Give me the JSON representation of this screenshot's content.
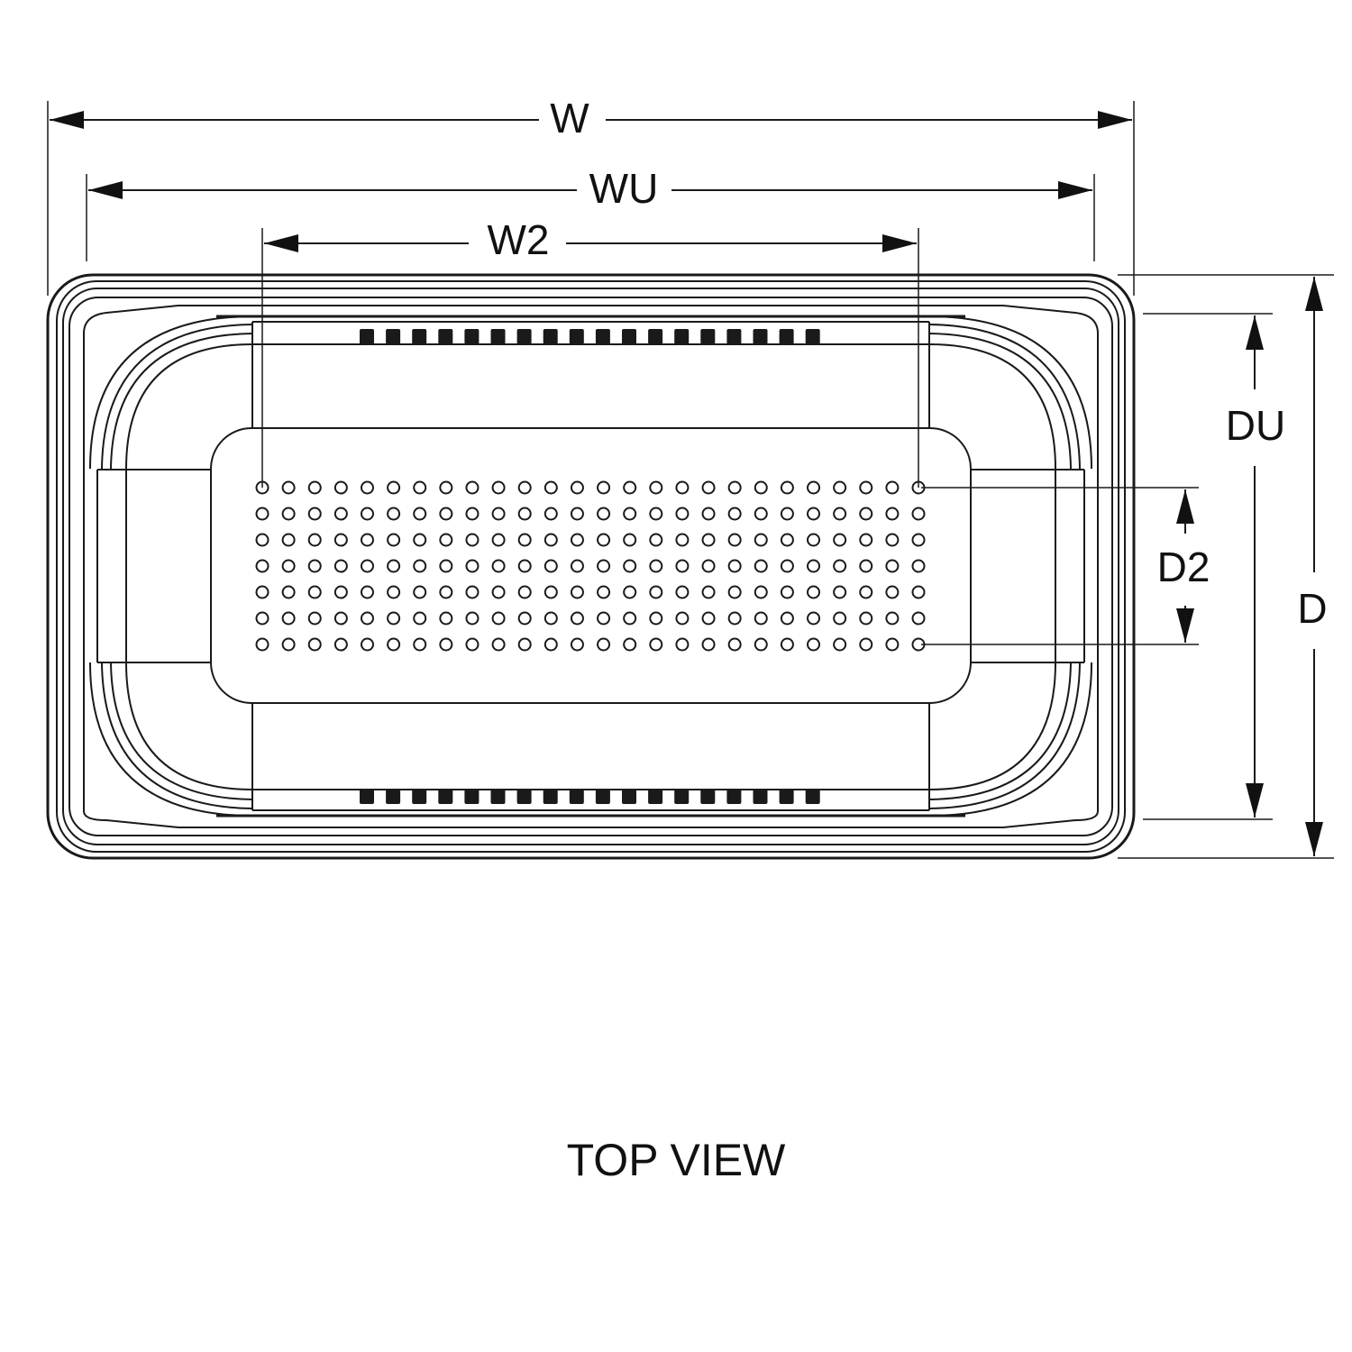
{
  "labels": {
    "width": "W",
    "width_upper": "WU",
    "width_perforation": "W2",
    "depth_upper": "DU",
    "depth_perforation": "D2",
    "depth": "D"
  },
  "caption": "TOP VIEW",
  "perforation": {
    "columns": 26,
    "rows": 7
  },
  "slots": {
    "count_per_side": 18
  },
  "line_color": "#1a1a1a"
}
